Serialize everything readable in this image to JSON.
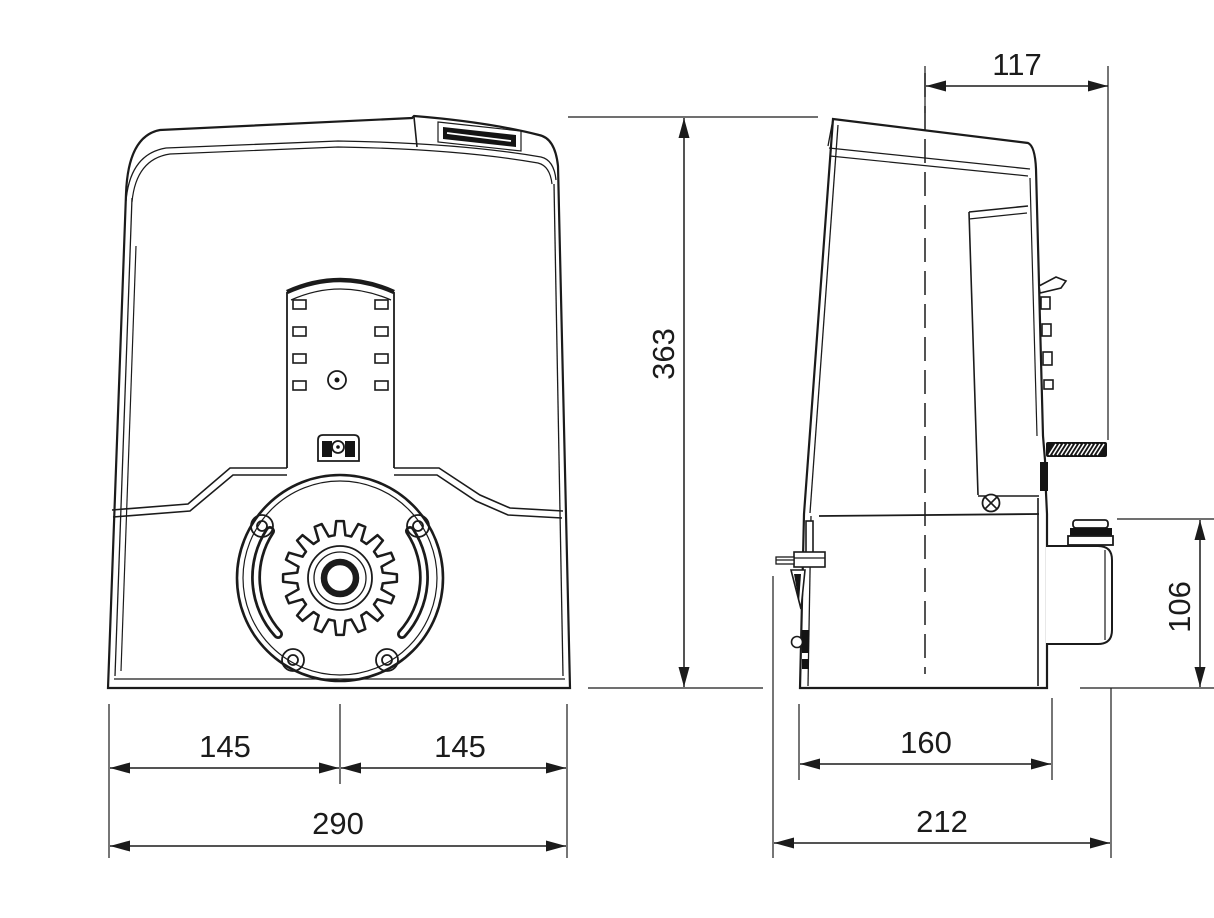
{
  "colors": {
    "line": "#1b1b1b",
    "dark_fill": "#141414",
    "background": "#ffffff"
  },
  "dimensions": {
    "top_width": "117",
    "overall_height": "363",
    "drive_unit_height": "106",
    "front_left_half_width": "145",
    "front_right_half_width": "145",
    "front_overall_width": "290",
    "base_depth": "160",
    "overall_depth": "212"
  }
}
